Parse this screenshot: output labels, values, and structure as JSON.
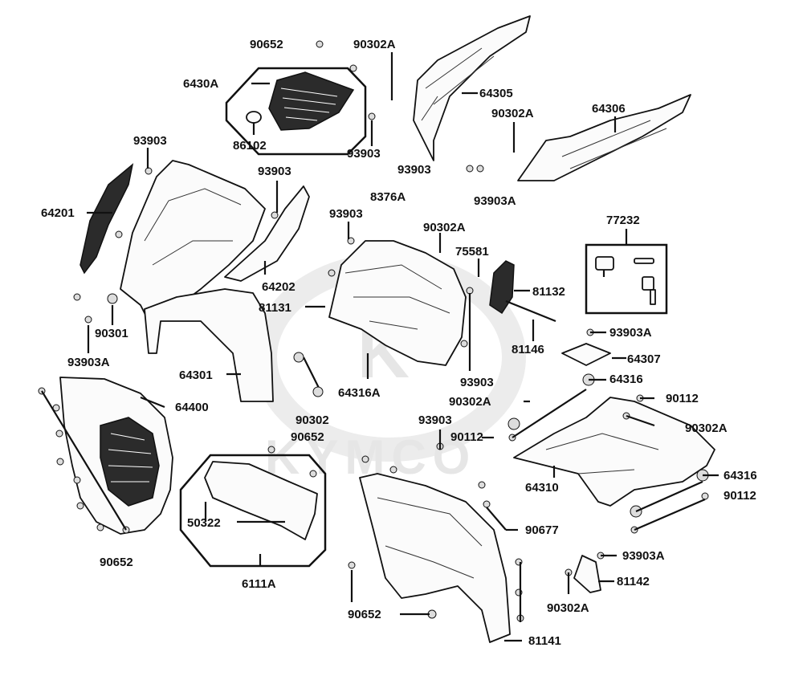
{
  "watermark": {
    "text": "KYMCO",
    "emblem": "K"
  },
  "labels": [
    {
      "id": "l01",
      "text": "90652"
    },
    {
      "id": "l02",
      "text": "90302A"
    },
    {
      "id": "l03",
      "text": "6430A"
    },
    {
      "id": "l04",
      "text": "64305"
    },
    {
      "id": "l05",
      "text": "90302A"
    },
    {
      "id": "l06",
      "text": "64306"
    },
    {
      "id": "l07",
      "text": "86102"
    },
    {
      "id": "l08",
      "text": "93903"
    },
    {
      "id": "l09",
      "text": "93903"
    },
    {
      "id": "l10",
      "text": "93903"
    },
    {
      "id": "l11",
      "text": "93903"
    },
    {
      "id": "l12",
      "text": "8376A"
    },
    {
      "id": "l13",
      "text": "93903A"
    },
    {
      "id": "l14",
      "text": "64201"
    },
    {
      "id": "l15",
      "text": "93903"
    },
    {
      "id": "l16",
      "text": "90302A"
    },
    {
      "id": "l17",
      "text": "77232"
    },
    {
      "id": "l18",
      "text": "75581"
    },
    {
      "id": "l19",
      "text": "64202"
    },
    {
      "id": "l20",
      "text": "81132"
    },
    {
      "id": "l21",
      "text": "81131"
    },
    {
      "id": "l22",
      "text": "90301"
    },
    {
      "id": "l23",
      "text": "81146"
    },
    {
      "id": "l24",
      "text": "93903A"
    },
    {
      "id": "l25",
      "text": "93903A"
    },
    {
      "id": "l26",
      "text": "64307"
    },
    {
      "id": "l27",
      "text": "64301"
    },
    {
      "id": "l28",
      "text": "64316A"
    },
    {
      "id": "l29",
      "text": "93903"
    },
    {
      "id": "l30",
      "text": "64316"
    },
    {
      "id": "l31",
      "text": "64400"
    },
    {
      "id": "l32",
      "text": "90302A"
    },
    {
      "id": "l33",
      "text": "90112"
    },
    {
      "id": "l34",
      "text": "90302"
    },
    {
      "id": "l35",
      "text": "90302A"
    },
    {
      "id": "l36",
      "text": "90652"
    },
    {
      "id": "l37",
      "text": "93903"
    },
    {
      "id": "l38",
      "text": "90112"
    },
    {
      "id": "l39",
      "text": "64310"
    },
    {
      "id": "l40",
      "text": "64316"
    },
    {
      "id": "l41",
      "text": "90112"
    },
    {
      "id": "l42",
      "text": "50322"
    },
    {
      "id": "l43",
      "text": "90677"
    },
    {
      "id": "l44",
      "text": "90652"
    },
    {
      "id": "l45",
      "text": "93903A"
    },
    {
      "id": "l46",
      "text": "6111A"
    },
    {
      "id": "l47",
      "text": "81142"
    },
    {
      "id": "l48",
      "text": "90652"
    },
    {
      "id": "l49",
      "text": "90302A"
    },
    {
      "id": "l50",
      "text": "81141"
    }
  ]
}
